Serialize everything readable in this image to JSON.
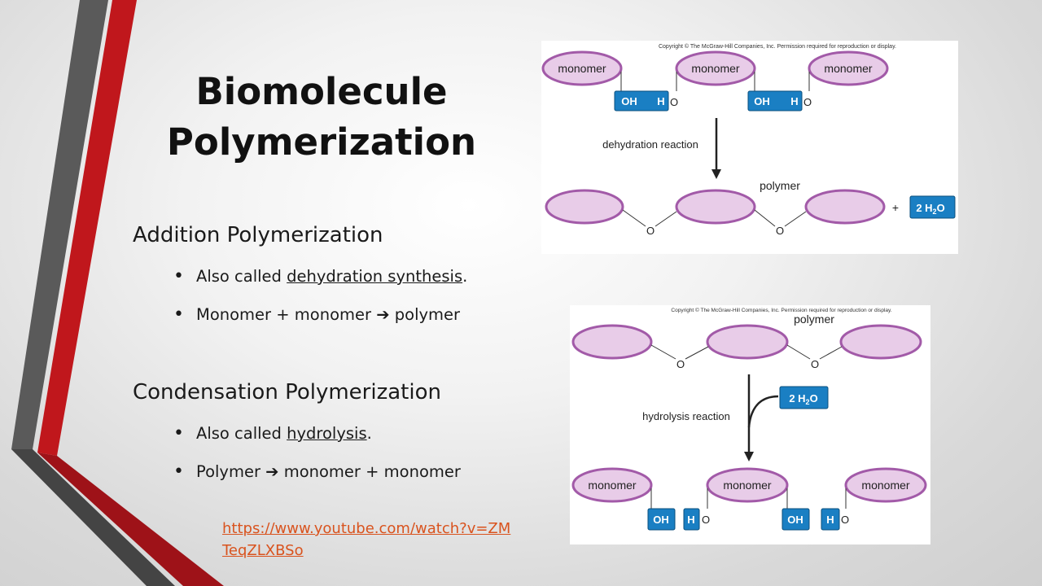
{
  "slide": {
    "title_line1": "Biomolecule",
    "title_line2": "Polymerization",
    "section1": {
      "heading": "Addition Polymerization",
      "bullets": [
        {
          "pre": "Also called ",
          "underlined": "dehydration synthesis",
          "post": "."
        },
        {
          "pre": "Monomer + monomer ",
          "arrow": "➔",
          "post": " polymer"
        }
      ]
    },
    "section2": {
      "heading": "Condensation Polymerization",
      "bullets": [
        {
          "pre": "Also called ",
          "underlined": "hydrolysis",
          "post": "."
        },
        {
          "pre": "Polymer ",
          "arrow": "➔",
          "post": " monomer + monomer"
        }
      ]
    },
    "link": "https://www.youtube.com/watch?v=ZMTeqZLXBSo"
  },
  "figure1": {
    "copyright": "Copyright © The McGraw-Hill Companies, Inc. Permission required for reproduction or display.",
    "monomer_label": "monomer",
    "oh": "OH",
    "h": "H",
    "o": "O",
    "reaction": "dehydration reaction",
    "polymer_label": "polymer",
    "plus": "+",
    "water": "2 H",
    "water_sub": "2",
    "water_o": "O"
  },
  "figure2": {
    "copyright": "Copyright © The McGraw-Hill Companies, Inc. Permission required for reproduction or display.",
    "polymer_label": "polymer",
    "o": "O",
    "reaction": "hydrolysis reaction",
    "water": "2 H",
    "water_sub": "2",
    "water_o": "O",
    "monomer_label": "monomer",
    "oh": "OH",
    "h": "H"
  },
  "colors": {
    "accent_red": "#c0171c",
    "accent_gray": "#555555",
    "ellipse_fill": "#e8cce8",
    "ellipse_stroke": "#a25aa8",
    "box_blue": "#1a7fc3",
    "link": "#d9531e"
  }
}
